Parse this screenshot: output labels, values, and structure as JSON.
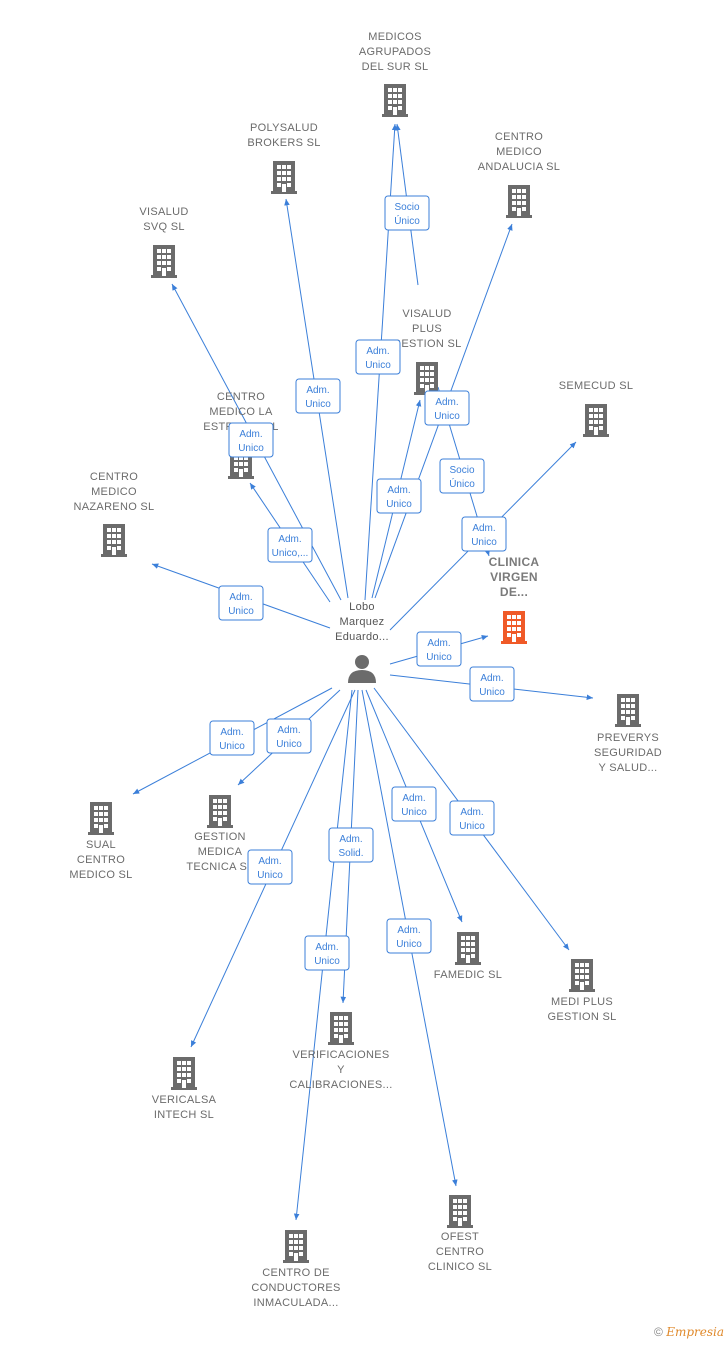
{
  "center": {
    "label": [
      "Lobo",
      "Marquez",
      "Eduardo..."
    ]
  },
  "colors": {
    "edge": "#3b7fd9",
    "building": "#6b6b6b",
    "highlight": "#f05a28"
  },
  "nodes": [
    {
      "id": "medicos",
      "label": [
        "MEDICOS",
        "AGRUPADOS",
        "DEL SUR  SL"
      ],
      "icon": "building-icon"
    },
    {
      "id": "polysalud",
      "label": [
        "POLYSALUD",
        "BROKERS  SL"
      ],
      "icon": "building-icon"
    },
    {
      "id": "centro_andalucia",
      "label": [
        "CENTRO",
        "MEDICO",
        "ANDALUCIA SL"
      ],
      "icon": "building-icon"
    },
    {
      "id": "visalud_svq",
      "label": [
        "VISALUD",
        "SVQ  SL"
      ],
      "icon": "building-icon"
    },
    {
      "id": "visalud_plus",
      "label": [
        "VISALUD",
        "PLUS",
        "GESTION  SL"
      ],
      "icon": "building-icon"
    },
    {
      "id": "semecud",
      "label": [
        "SEMECUD SL"
      ],
      "icon": "building-icon"
    },
    {
      "id": "centro_estrella",
      "label": [
        "CENTRO",
        "MEDICO LA",
        "ESTRELLA SL"
      ],
      "icon": "building-icon"
    },
    {
      "id": "centro_nazareno",
      "label": [
        "CENTRO",
        "MEDICO",
        "NAZARENO SL"
      ],
      "icon": "building-icon"
    },
    {
      "id": "clinica_virgen",
      "label": [
        "CLINICA",
        "VIRGEN",
        "DE..."
      ],
      "icon": "building-icon",
      "highlight": true
    },
    {
      "id": "preverys",
      "label": [
        "PREVERYS",
        "SEGURIDAD",
        "Y SALUD..."
      ],
      "icon": "building-icon"
    },
    {
      "id": "sual",
      "label": [
        "SUAL",
        "CENTRO",
        "MEDICO  SL"
      ],
      "icon": "building-icon"
    },
    {
      "id": "gestion_medica",
      "label": [
        "GESTION",
        "MEDICA",
        "TECNICA SL"
      ],
      "icon": "building-icon"
    },
    {
      "id": "famedic",
      "label": [
        "FAMEDIC  SL"
      ],
      "icon": "building-icon"
    },
    {
      "id": "medi_plus",
      "label": [
        "MEDI PLUS",
        "GESTION  SL"
      ],
      "icon": "building-icon"
    },
    {
      "id": "vericalsa",
      "label": [
        "VERICALSA",
        "INTECH  SL"
      ],
      "icon": "building-icon"
    },
    {
      "id": "verificaciones",
      "label": [
        "VERIFICACIONES",
        "Y",
        "CALIBRACIONES..."
      ],
      "icon": "building-icon"
    },
    {
      "id": "ofest",
      "label": [
        "OFEST",
        "CENTRO",
        "CLINICO  SL"
      ],
      "icon": "building-icon"
    },
    {
      "id": "centro_conductores",
      "label": [
        "CENTRO DE",
        "CONDUCTORES",
        "INMACULADA..."
      ],
      "icon": "building-icon"
    }
  ],
  "edges": [
    {
      "from": "center",
      "to": "medicos",
      "label": [
        "Adm.",
        "Unico"
      ]
    },
    {
      "from": "visalud_plus",
      "to": "medicos",
      "label": [
        "Socio",
        "Único"
      ]
    },
    {
      "from": "center",
      "to": "polysalud",
      "label": [
        "Adm.",
        "Unico"
      ]
    },
    {
      "from": "center",
      "to": "centro_andalucia",
      "label": [
        "Adm.",
        "Unico"
      ]
    },
    {
      "from": "center",
      "to": "visalud_svq",
      "label": [
        "Adm.",
        "Unico"
      ]
    },
    {
      "from": "center",
      "to": "visalud_plus",
      "label": [
        "Adm.",
        "Unico"
      ]
    },
    {
      "from": "visalud_plus",
      "to": "clinica_virgen",
      "label": [
        "Socio",
        "Único"
      ]
    },
    {
      "from": "center",
      "to": "semecud",
      "label": [
        "Adm.",
        "Unico"
      ]
    },
    {
      "from": "center",
      "to": "centro_estrella",
      "label": [
        "Adm.",
        "Unico,..."
      ]
    },
    {
      "from": "center",
      "to": "centro_nazareno",
      "label": [
        "Adm.",
        "Unico"
      ]
    },
    {
      "from": "center",
      "to": "clinica_virgen",
      "label": [
        "Adm.",
        "Unico"
      ]
    },
    {
      "from": "center",
      "to": "preverys",
      "label": [
        "Adm.",
        "Unico"
      ]
    },
    {
      "from": "center",
      "to": "sual",
      "label": [
        "Adm.",
        "Unico"
      ]
    },
    {
      "from": "center",
      "to": "gestion_medica",
      "label": [
        "Adm.",
        "Unico"
      ]
    },
    {
      "from": "center",
      "to": "famedic",
      "label": [
        "Adm.",
        "Unico"
      ]
    },
    {
      "from": "center",
      "to": "medi_plus",
      "label": [
        "Adm.",
        "Unico"
      ]
    },
    {
      "from": "center",
      "to": "vericalsa",
      "label": [
        "Adm.",
        "Unico"
      ]
    },
    {
      "from": "center",
      "to": "verificaciones",
      "label": [
        "Adm.",
        "Solid."
      ]
    },
    {
      "from": "center",
      "to": "ofest",
      "label": [
        "Adm.",
        "Unico"
      ]
    },
    {
      "from": "center",
      "to": "centro_conductores",
      "label": [
        "Adm.",
        "Unico"
      ]
    }
  ],
  "footer": {
    "copyright": "©",
    "brand": "Empresia"
  }
}
